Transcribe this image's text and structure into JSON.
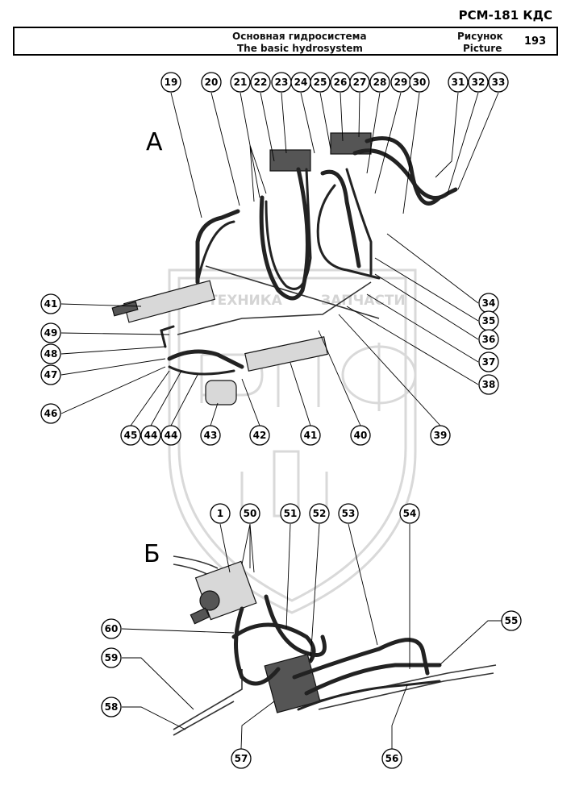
{
  "header": {
    "model": "РСМ-181 КДС",
    "title_ru": "Основная гидросистема",
    "title_en": "The basic hydrosystem",
    "figure_ru": "Рисунок",
    "figure_en": "Picture",
    "figure_number": "193"
  },
  "views": {
    "a": "А",
    "b": "Б"
  },
  "watermark": {
    "line1": "ТЕХНИКА",
    "line2": "ЗАПЧАСТИ"
  },
  "callouts": [
    {
      "id": "c19",
      "label": "19"
    },
    {
      "id": "c20",
      "label": "20"
    },
    {
      "id": "c21",
      "label": "21"
    },
    {
      "id": "c22",
      "label": "22"
    },
    {
      "id": "c23",
      "label": "23"
    },
    {
      "id": "c24",
      "label": "24"
    },
    {
      "id": "c25",
      "label": "25"
    },
    {
      "id": "c26",
      "label": "26"
    },
    {
      "id": "c27",
      "label": "27"
    },
    {
      "id": "c28",
      "label": "28"
    },
    {
      "id": "c29",
      "label": "29"
    },
    {
      "id": "c30",
      "label": "30"
    },
    {
      "id": "c31",
      "label": "31"
    },
    {
      "id": "c32",
      "label": "32"
    },
    {
      "id": "c33",
      "label": "33"
    },
    {
      "id": "c34",
      "label": "34"
    },
    {
      "id": "c35",
      "label": "35"
    },
    {
      "id": "c36",
      "label": "36"
    },
    {
      "id": "c37",
      "label": "37"
    },
    {
      "id": "c38",
      "label": "38"
    },
    {
      "id": "c41a",
      "label": "41"
    },
    {
      "id": "c49",
      "label": "49"
    },
    {
      "id": "c48",
      "label": "48"
    },
    {
      "id": "c47",
      "label": "47"
    },
    {
      "id": "c46",
      "label": "46"
    },
    {
      "id": "c45",
      "label": "45"
    },
    {
      "id": "c44a",
      "label": "44"
    },
    {
      "id": "c44b",
      "label": "44"
    },
    {
      "id": "c43",
      "label": "43"
    },
    {
      "id": "c42",
      "label": "42"
    },
    {
      "id": "c41b",
      "label": "41"
    },
    {
      "id": "c40",
      "label": "40"
    },
    {
      "id": "c39",
      "label": "39"
    },
    {
      "id": "c1",
      "label": "1"
    },
    {
      "id": "c50",
      "label": "50"
    },
    {
      "id": "c51",
      "label": "51"
    },
    {
      "id": "c52",
      "label": "52"
    },
    {
      "id": "c53",
      "label": "53"
    },
    {
      "id": "c54",
      "label": "54"
    },
    {
      "id": "c55",
      "label": "55"
    },
    {
      "id": "c60",
      "label": "60"
    },
    {
      "id": "c59",
      "label": "59"
    },
    {
      "id": "c58",
      "label": "58"
    },
    {
      "id": "c57",
      "label": "57"
    },
    {
      "id": "c56",
      "label": "56"
    }
  ]
}
